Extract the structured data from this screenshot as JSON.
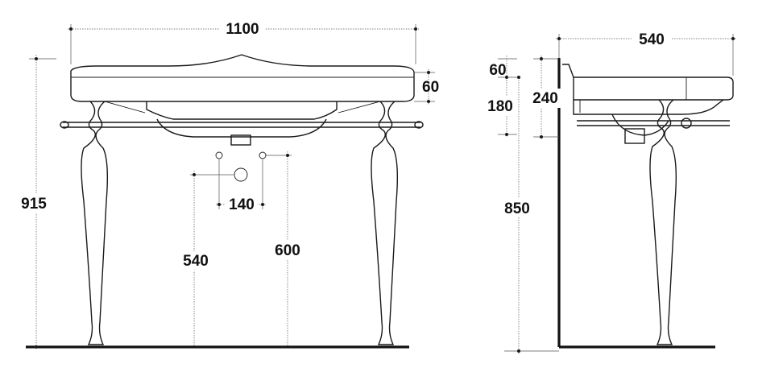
{
  "front_view": {
    "width": "1100",
    "basin_depth": "60",
    "floor_to_top": "915",
    "waste_height": "540",
    "supply_height": "600",
    "supply_spacing": "140"
  },
  "side_view": {
    "depth": "540",
    "top_offset": "60",
    "wall_bracket": "240",
    "bowl_depth": "180",
    "floor_to_rim": "850"
  }
}
